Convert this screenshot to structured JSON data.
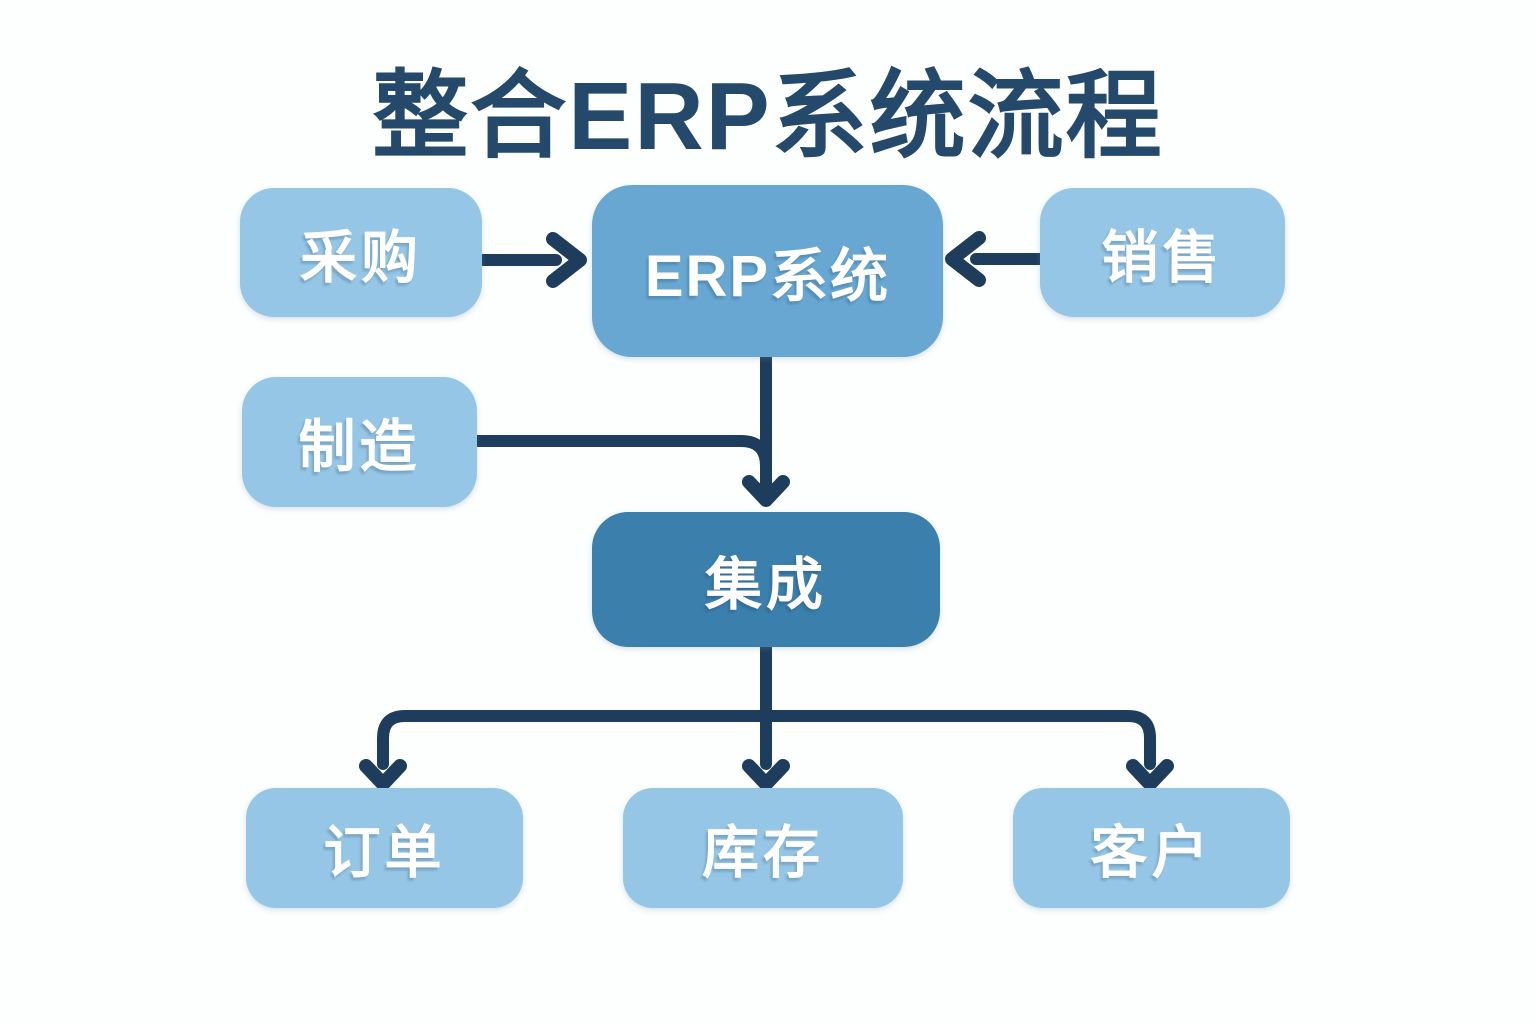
{
  "title": "整合ERP系统流程",
  "diagram": {
    "nodes": [
      {
        "id": "procurement",
        "label": "采购",
        "style": "light"
      },
      {
        "id": "erp",
        "label": "ERP系统",
        "style": "medium"
      },
      {
        "id": "sales",
        "label": "销售",
        "style": "light"
      },
      {
        "id": "manufacturing",
        "label": "制造",
        "style": "light"
      },
      {
        "id": "integration",
        "label": "集成",
        "style": "dark"
      },
      {
        "id": "orders",
        "label": "订单",
        "style": "light"
      },
      {
        "id": "inventory",
        "label": "库存",
        "style": "light"
      },
      {
        "id": "customers",
        "label": "客户",
        "style": "light"
      }
    ],
    "edges": [
      {
        "from": "采购",
        "to": "ERP系统"
      },
      {
        "from": "销售",
        "to": "ERP系统"
      },
      {
        "from": "ERP系统",
        "to": "集成"
      },
      {
        "from": "制造",
        "to": "集成"
      },
      {
        "from": "集成",
        "to": "订单"
      },
      {
        "from": "集成",
        "to": "库存"
      },
      {
        "from": "集成",
        "to": "客户"
      }
    ]
  },
  "colors": {
    "background": "#fdfefe",
    "title_text": "#24496b",
    "node_light": "#96c6e5",
    "node_medium": "#67a7d2",
    "node_dark": "#3b7fac",
    "node_text": "#ffffff",
    "connector": "#1e3c5c"
  }
}
